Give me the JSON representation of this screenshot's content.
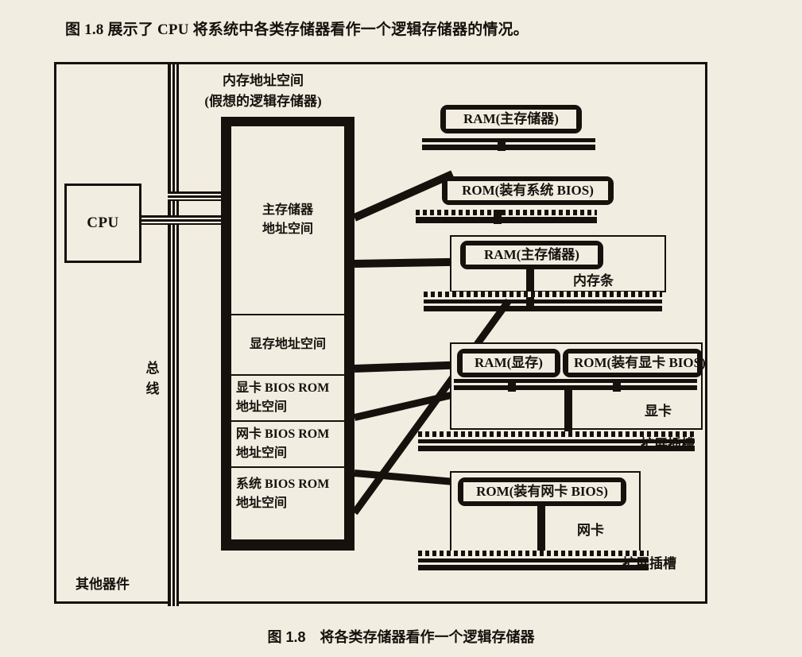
{
  "intro_text": "图 1.8 展示了 CPU 将系统中各类存储器看作一个逻辑存储器的情况。",
  "caption": "图 1.8　将各类存储器看作一个逻辑存储器",
  "colors": {
    "background": "#f2ede1",
    "ink": "#15110c"
  },
  "diagram": {
    "cpu_label": "CPU",
    "bus_label_line1": "总",
    "bus_label_line2": "线",
    "other_parts_label": "其他器件",
    "memory_map": {
      "title_line1": "内存地址空间",
      "title_line2": "(假想的逻辑存储器)",
      "segments": [
        {
          "line1": "主存储器",
          "line2": "地址空间"
        },
        {
          "line1": "显存地址空间",
          "line2": ""
        },
        {
          "line1": "显卡 BIOS ROM",
          "line2": "地址空间"
        },
        {
          "line1": "网卡 BIOS ROM",
          "line2": "地址空间"
        },
        {
          "line1": "系统 BIOS ROM",
          "line2": "地址空间"
        }
      ]
    },
    "devices": [
      {
        "chip_label": "RAM(主存储器)"
      },
      {
        "chip_label": "ROM(装有系统 BIOS)"
      },
      {
        "chip_label": "RAM(主存储器)",
        "card_label": "内存条"
      },
      {
        "chip_label_a": "RAM(显存)",
        "chip_label_b": "ROM(装有显卡 BIOS)",
        "card_label": "显卡",
        "slot_label": "扩展插槽"
      },
      {
        "chip_label": "ROM(装有网卡 BIOS)",
        "card_label": "网卡",
        "slot_label": "扩展插槽"
      }
    ]
  }
}
